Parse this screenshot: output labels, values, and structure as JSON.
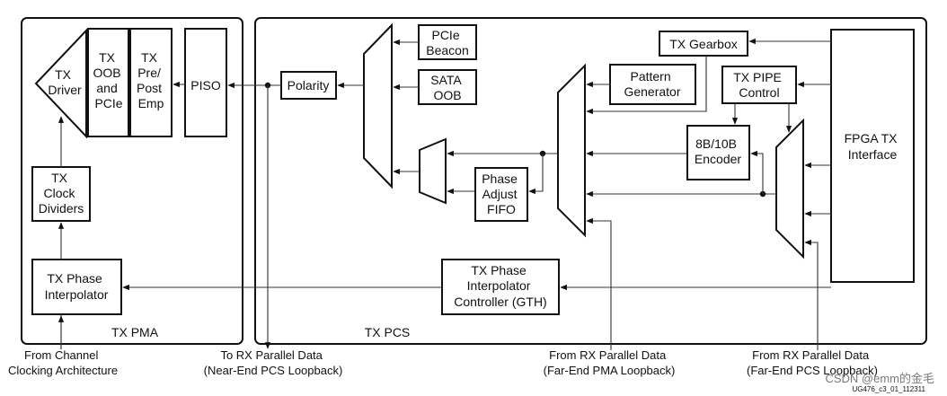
{
  "pma": {
    "title": "TX PMA",
    "tx_driver": [
      "TX",
      "Driver"
    ],
    "tx_oob_pcie": [
      "TX",
      "OOB",
      "and",
      "PCIe"
    ],
    "tx_pre_post_emp": [
      "TX",
      "Pre/",
      "Post",
      "Emp"
    ],
    "piso": "PISO",
    "clock_dividers": [
      "TX",
      "Clock",
      "Dividers"
    ],
    "phase_interpolator": [
      "TX Phase",
      "Interpolator"
    ]
  },
  "pcs": {
    "title": "TX PCS",
    "polarity": "Polarity",
    "pcie_beacon": [
      "PCIe",
      "Beacon"
    ],
    "sata_oob": [
      "SATA",
      "OOB"
    ],
    "pattern_generator": [
      "Pattern",
      "Generator"
    ],
    "phase_adjust_fifo": [
      "Phase",
      "Adjust",
      "FIFO"
    ],
    "tx_gearbox": "TX Gearbox",
    "tx_pipe_control": [
      "TX PIPE",
      "Control"
    ],
    "encoder_8b10b": [
      "8B/10B",
      "Encoder"
    ],
    "fpga_tx_interface": [
      "FPGA TX",
      "Interface"
    ],
    "pi_controller": [
      "TX Phase",
      "Interpolator",
      "Controller (GTH)"
    ]
  },
  "captions": {
    "from_channel_clocking": [
      "From Channel",
      "Clocking Architecture"
    ],
    "to_rx_parallel_data": [
      "To RX Parallel Data",
      "(Near-End PCS Loopback)"
    ],
    "from_rx_pma_loopback": [
      "From RX Parallel Data",
      "(Far-End PMA Loopback)"
    ],
    "from_rx_pcs_loopback": [
      "From RX Parallel Data",
      "(Far-End PCS Loopback)"
    ]
  },
  "figure_id": "UG476_c3_01_112311",
  "watermark": "CSDN @emm的金毛"
}
